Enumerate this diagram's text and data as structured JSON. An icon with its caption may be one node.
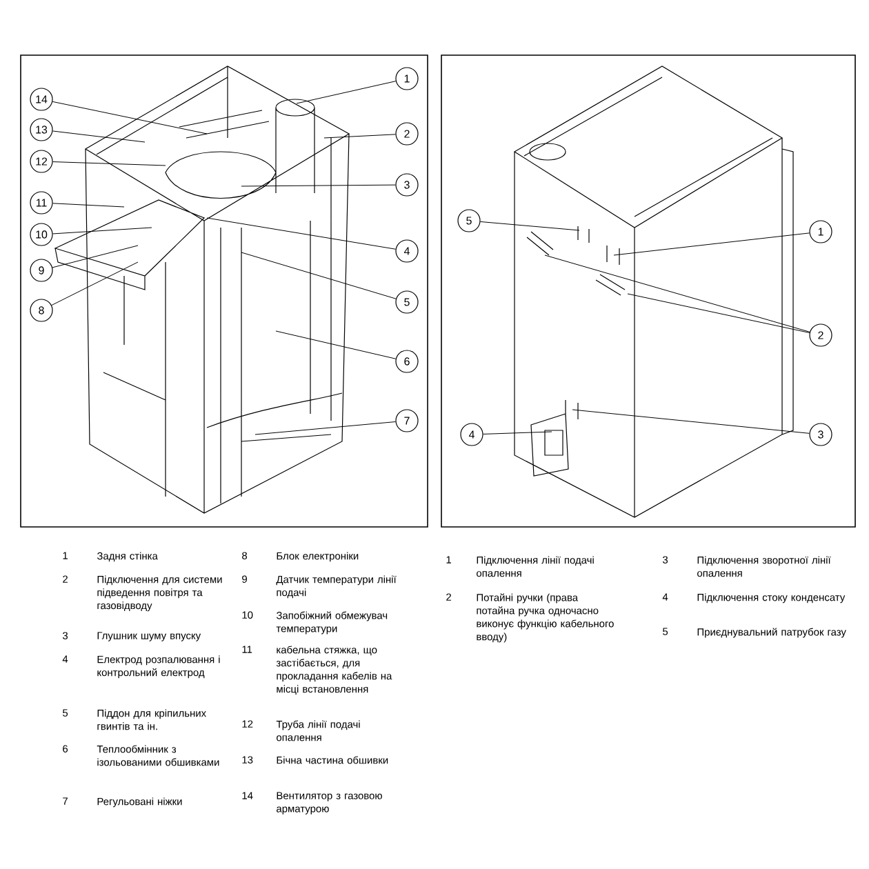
{
  "diagram": {
    "nodes": [
      {
        "text": [
          "1"
        ]
      },
      {
        "text": [
          "2"
        ]
      },
      {
        "text": [
          "3"
        ]
      },
      {
        "text": [
          "4"
        ]
      },
      {
        "text": [
          "5"
        ]
      },
      {
        "text": [
          "6"
        ]
      },
      {
        "text": [
          "7"
        ]
      },
      {
        "text": [
          "8"
        ]
      },
      {
        "text": [
          "9"
        ]
      },
      {
        "text": [
          "10"
        ]
      },
      {
        "text": [
          "11"
        ]
      },
      {
        "text": [
          "12"
        ]
      },
      {
        "text": [
          "13"
        ]
      },
      {
        "text": [
          "14"
        ]
      },
      {
        "text": [
          "1"
        ]
      },
      {
        "text": [
          "2"
        ]
      },
      {
        "text": [
          "3"
        ]
      },
      {
        "text": [
          "4"
        ]
      },
      {
        "text": [
          "5"
        ]
      }
    ],
    "edges": [
      {
        "from": 0,
        "to": null,
        "arrow": "none"
      },
      {
        "from": 1,
        "to": null,
        "arrow": "none"
      },
      {
        "from": 2,
        "to": null,
        "arrow": "none"
      },
      {
        "from": 3,
        "to": null,
        "arrow": "none"
      },
      {
        "from": 4,
        "to": null,
        "arrow": "none"
      },
      {
        "from": 5,
        "to": null,
        "arrow": "none"
      },
      {
        "from": 6,
        "to": null,
        "arrow": "none"
      },
      {
        "from": 7,
        "to": null,
        "arrow": "none"
      },
      {
        "from": 8,
        "to": null,
        "arrow": "none"
      },
      {
        "from": 9,
        "to": null,
        "arrow": "none"
      },
      {
        "from": 10,
        "to": null,
        "arrow": "none"
      },
      {
        "from": 11,
        "to": null,
        "arrow": "none"
      },
      {
        "from": 12,
        "to": null,
        "arrow": "none"
      },
      {
        "from": 13,
        "to": null,
        "arrow": "none"
      },
      {
        "from": 14,
        "to": null,
        "arrow": "none"
      },
      {
        "from": 15,
        "to": null,
        "arrow": "none"
      },
      {
        "from": 15,
        "to": null,
        "arrow": "none"
      },
      {
        "from": 16,
        "to": null,
        "arrow": "none"
      },
      {
        "from": 17,
        "to": null,
        "arrow": "none"
      },
      {
        "from": 18,
        "to": null,
        "arrow": "none"
      }
    ],
    "labels": [
      "1",
      "Задня стінка",
      "2",
      "Підключення для системи підведення повітря та газовідводу",
      "3",
      "Глушник шуму впуску",
      "4",
      "Електрод розпалювання і контрольний електрод",
      "5",
      "Піддон для кріпильних гвинтів та ін.",
      "6",
      "Теплообмінник з ізольованими обшивками",
      "7",
      "Регульовані ніжки",
      "8",
      "Блок електроніки",
      "9",
      "Датчик температури лінії подачі",
      "10",
      "Запобіжний обмежувач температури",
      "11",
      "кабельна стяжка, що застібається, для прокладання кабелів на місці встановлення",
      "12",
      "Труба лінії подачі опалення",
      "13",
      "Бічна частина обшивки",
      "14",
      "Вентилятор з газовою арматурою",
      "1",
      "Підключення лінії подачі опалення",
      "2",
      "Потайні ручки (права потайна ручка одночасно виконує функцію кабельного вводу)",
      "3",
      "Підключення зворотної лінії опалення",
      "4",
      "Підключення стоку конденсату",
      "5",
      "Приєднувальний патрубок газу"
    ]
  }
}
